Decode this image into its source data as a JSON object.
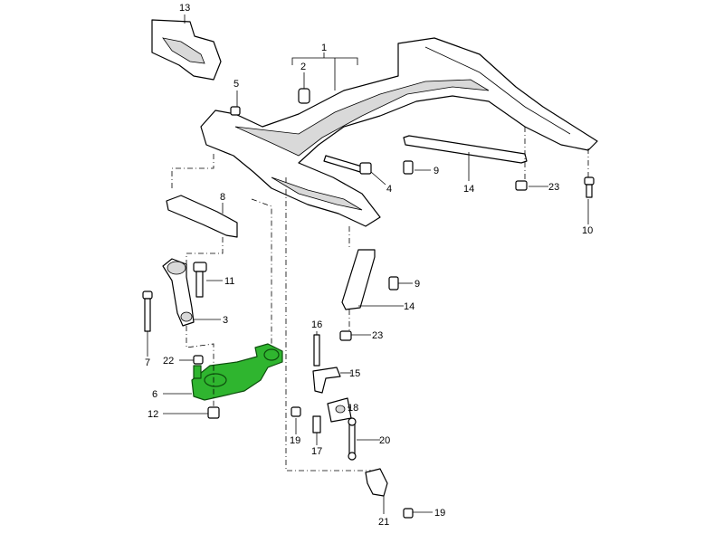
{
  "diagram": {
    "highlight_color": "#2fb52f",
    "callouts": {
      "c13": "13",
      "c1": "1",
      "c2": "2",
      "c5": "5",
      "c4": "4",
      "c9a": "9",
      "c14a": "14",
      "c23a": "23",
      "c10": "10",
      "c8": "8",
      "c11": "11",
      "c3": "3",
      "c7": "7",
      "c22": "22",
      "c6": "6",
      "c12": "12",
      "c16": "16",
      "c15": "15",
      "c18": "18",
      "c19a": "19",
      "c17": "17",
      "c20": "20",
      "c21": "21",
      "c19b": "19",
      "c9b": "9",
      "c14b": "14",
      "c23b": "23"
    }
  }
}
